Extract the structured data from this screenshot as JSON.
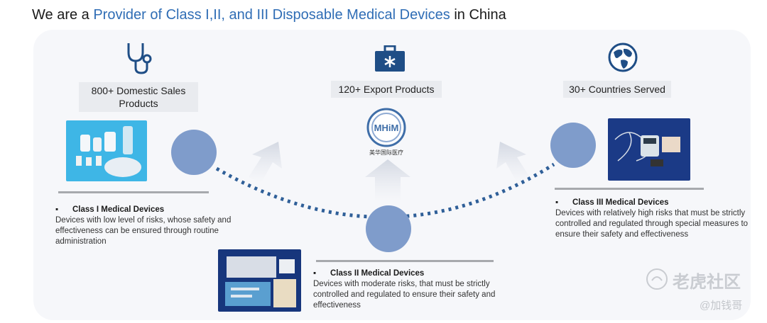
{
  "title": {
    "prefix": "We are a ",
    "highlight": "Provider of Class I,II, and III Disposable Medical Devices",
    "suffix": " in China"
  },
  "stats": [
    {
      "label": "800+ Domestic Sales Products",
      "icon": "stethoscope-icon"
    },
    {
      "label": "120+ Export Products",
      "icon": "medical-kit-icon"
    },
    {
      "label": "30+ Countries Served",
      "icon": "globe-icon"
    }
  ],
  "logo": {
    "acronym": "MHiM",
    "name_cn": "美华国际医疗"
  },
  "classes": [
    {
      "heading": "Class I Medical Devices",
      "text": "Devices with low level of risks, whose safety and effectiveness can be ensured through routine administration"
    },
    {
      "heading": "Class II Medical Devices",
      "text": "Devices with moderate risks, that must be strictly controlled and regulated to ensure their safety and effectiveness"
    },
    {
      "heading": "Class III Medical Devices",
      "text": "Devices with relatively high risks that must be strictly controlled and regulated through special measures to ensure their safety and effectiveness"
    }
  ],
  "watermark": {
    "brand": "老虎社区",
    "handle": "@加钱哥"
  },
  "colors": {
    "accent": "#2f6db5",
    "circle": "#7f9ccb",
    "dots": "#2f5f98",
    "icon": "#1f4e86"
  }
}
